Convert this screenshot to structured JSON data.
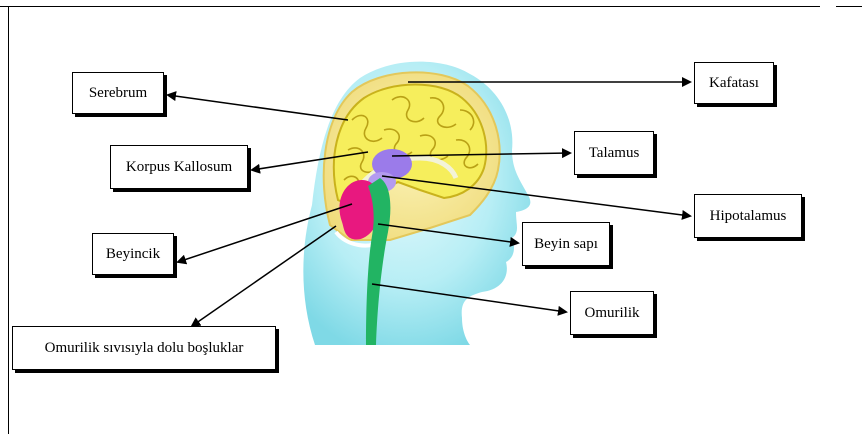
{
  "labels": {
    "serebrum": "Serebrum",
    "korpus_kallosum": "Korpus Kallosum",
    "beyincik": "Beyincik",
    "omurilik_bosluklar": "Omurilik sıvısıyla dolu boşluklar",
    "kafatasi": "Kafatası",
    "talamus": "Talamus",
    "hipotalamus": "Hipotalamus",
    "beyin_sapi": "Beyin sapı",
    "omurilik": "Omurilik"
  },
  "colors": {
    "skin": "#9ee6f0",
    "skin_light": "#d9f6fa",
    "skull": "#f2e08a",
    "brain": "#f5ef6a",
    "brain_fold": "#c9b21c",
    "thalamus": "#9b7bea",
    "cerebellum": "#e8187f",
    "brainstem": "#22b463",
    "arrow": "#000000"
  }
}
